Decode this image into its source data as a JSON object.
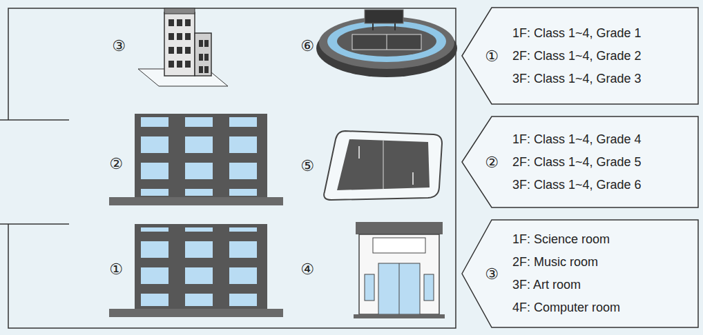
{
  "diagram": {
    "nodes": [
      {
        "text": [
          "①",
          "1F: Class 1~4, Grade 1",
          "2F: Class 1~4, Grade 2",
          "3F: Class 1~4, Grade 3"
        ]
      },
      {
        "text": [
          "②",
          "1F: Class 1~4, Grade 4",
          "2F: Class 1~4, Grade 5",
          "3F: Class 1~4, Grade 6"
        ]
      },
      {
        "text": [
          "③",
          "1F: Science room",
          "2F: Music room",
          "3F: Art room",
          "4F: Computer room"
        ]
      }
    ],
    "labels": [
      "③",
      "⑥",
      "②",
      "⑤",
      "①",
      "④"
    ]
  }
}
